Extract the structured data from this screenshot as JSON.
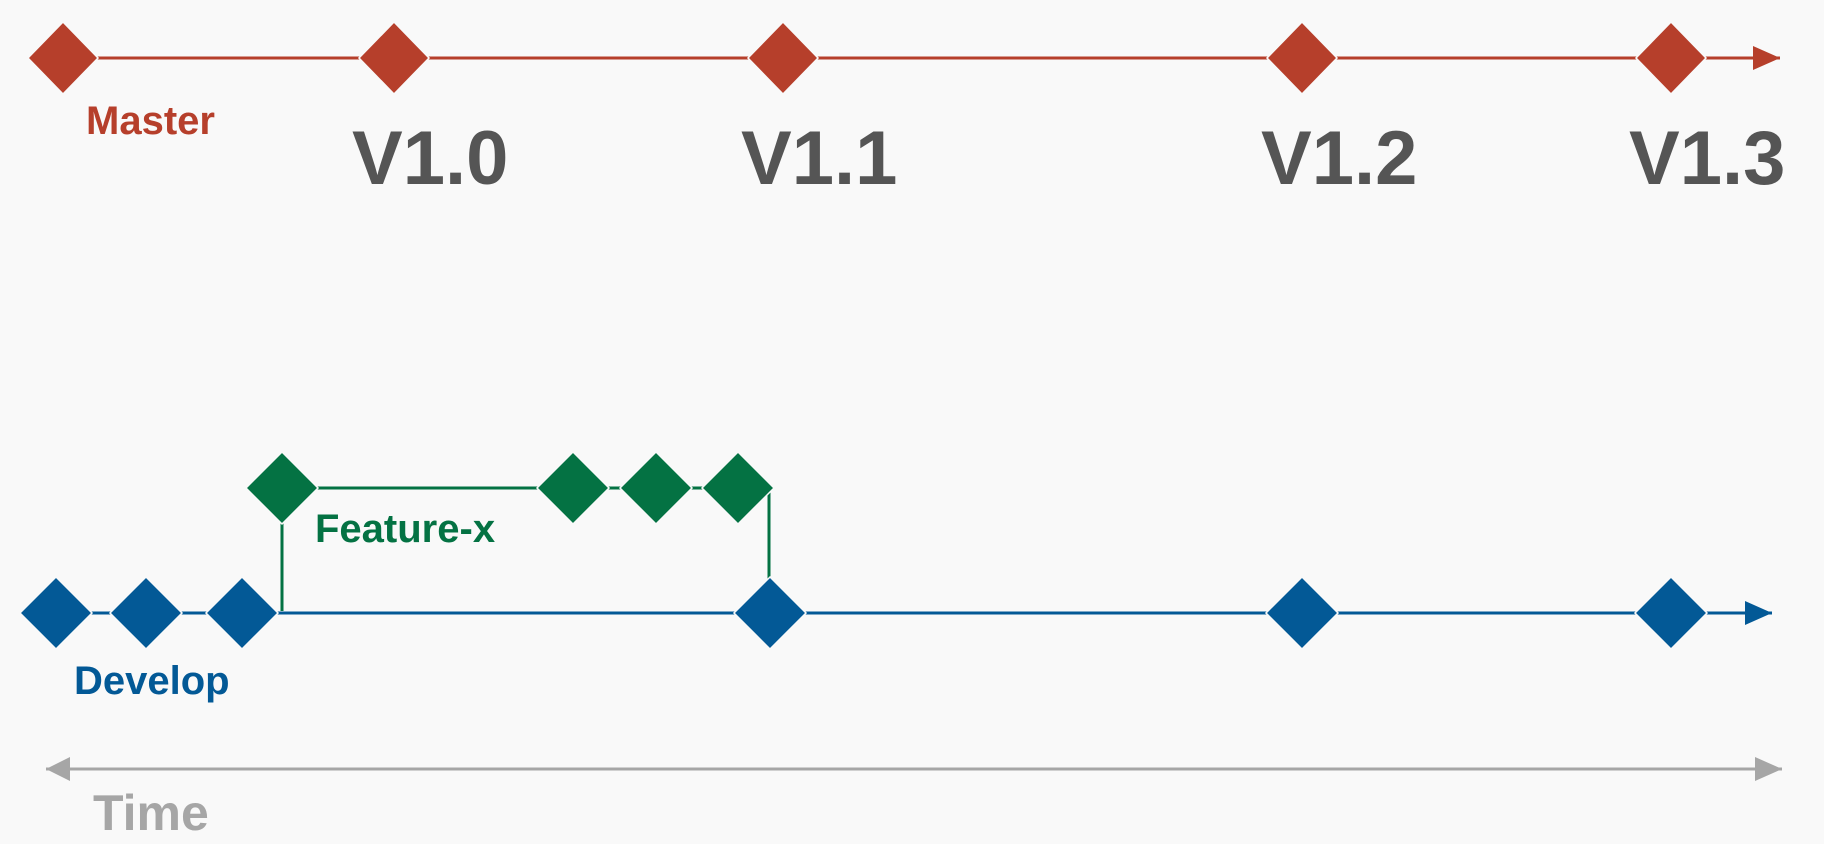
{
  "colors": {
    "master": "#b63f2b",
    "develop": "#035996",
    "feature": "#047243",
    "version": "#555555",
    "time": "#a6a6a6",
    "background": "#f9f9f9"
  },
  "master": {
    "label": "Master",
    "commits": 5,
    "versions": [
      "V1.0",
      "V1.1",
      "V1.2",
      "V1.3"
    ]
  },
  "develop": {
    "label": "Develop",
    "commits": 6
  },
  "feature": {
    "label": "Feature-x",
    "commits": 4,
    "branches_from": "Develop",
    "merges_into": "Develop"
  },
  "time": {
    "label": "Time"
  }
}
